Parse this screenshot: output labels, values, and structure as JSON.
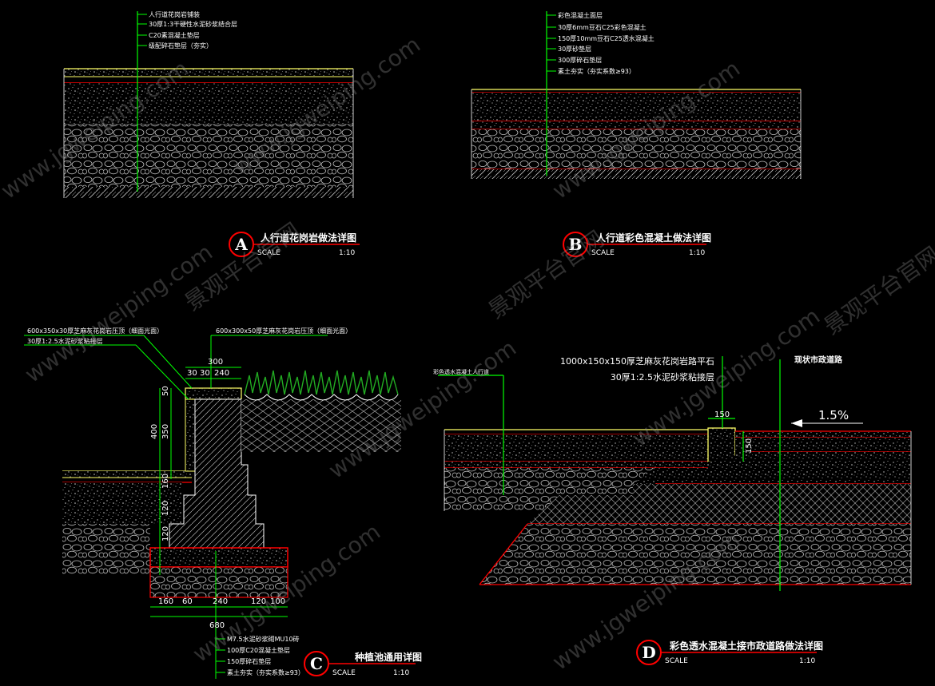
{
  "colors": {
    "background": "#000000",
    "leader": "#00ff00",
    "red_line": "#ff0000",
    "yellow_line": "#ffff66",
    "text": "#ffffff",
    "pattern": "#b8b8b8",
    "grass": "#22aa22"
  },
  "details": {
    "A": {
      "letter": "A",
      "title": "人行道花岗岩做法详图",
      "scale_label": "SCALE",
      "scale_value": "1:10",
      "layers": [
        "人行道花岗岩铺装",
        "30厚1:3干硬性水泥砂浆结合层",
        "C20素混凝土垫层",
        "级配碎石垫层（夯实）"
      ]
    },
    "B": {
      "letter": "B",
      "title": "人行道彩色混凝土做法详图",
      "scale_label": "SCALE",
      "scale_value": "1:10",
      "layers": [
        "彩色混凝土面层",
        "30厚6mm豆石C25彩色混凝土",
        "150厚10mm豆石C25透水混凝土",
        "30厚砂垫层",
        "300厚碎石垫层",
        "素土夯实（夯实系数≥93）"
      ]
    },
    "C": {
      "letter": "C",
      "title": "种植池通用详图",
      "scale_label": "SCALE",
      "scale_value": "1:10",
      "label_top_left_1": "600x350x30厚芝麻灰花岗岩压顶（细面光面）",
      "label_top_left_2": "30厚1:2.5水泥砂浆粘接层",
      "label_top_right": "600x300x50厚芝麻灰花岗岩压顶（细面光面）",
      "dims_top": [
        "300",
        "30",
        "30",
        "240"
      ],
      "dims_left": [
        "400",
        "350",
        "50",
        "160",
        "120",
        "120"
      ],
      "dims_bottom": [
        "160",
        "60",
        "240",
        "120",
        "100",
        "680"
      ],
      "layers": [
        "M7.5水泥砂浆砌MU10砖",
        "100厚C20混凝土垫层",
        "150厚碎石垫层",
        "素土夯实（夯实系数≥93）"
      ]
    },
    "D": {
      "letter": "D",
      "title": "彩色透水混凝土接市政道路做法详图",
      "scale_label": "SCALE",
      "scale_value": "1:10",
      "label_curb": "1000x150x150厚芝麻灰花岗岩路平石",
      "label_mortar": "30厚1:2.5水泥砂浆粘接层",
      "label_road": "现状市政道路",
      "label_left": "彩色透水混凝土人行道",
      "slope": "1.5%",
      "dim_w": "150",
      "dim_h": "150"
    }
  },
  "watermark": [
    "www.jgweiping.com",
    "景观平台官网"
  ]
}
